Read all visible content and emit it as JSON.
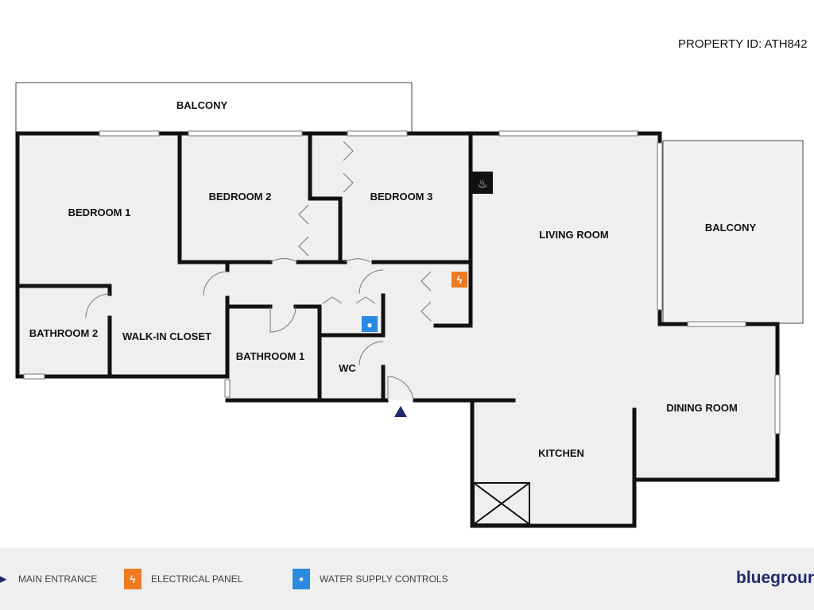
{
  "header": {
    "property_id": "PROPERTY ID: ATH842"
  },
  "rooms": {
    "balcony_top": "BALCONY",
    "bedroom1": "BEDROOM 1",
    "bedroom2": "BEDROOM 2",
    "bedroom3": "BEDROOM 3",
    "living": "LIVING ROOM",
    "balcony_right": "BALCONY",
    "bathroom2": "BATHROOM 2",
    "walkin": "WALK-IN CLOSET",
    "bathroom1": "BATHROOM 1",
    "wc": "WC",
    "dining": "DINING ROOM",
    "kitchen": "KITCHEN"
  },
  "legend": {
    "items": [
      {
        "icon": "main-entrance-arrow-icon",
        "label": "MAIN ENTRANCE",
        "color": "#1f2a6b"
      },
      {
        "icon": "electrical-panel-icon",
        "label": "ELECTRICAL PANEL",
        "color": "#f07a22"
      },
      {
        "icon": "water-supply-icon",
        "label": "WATER SUPPLY CONTROLS",
        "color": "#2b8ae0"
      }
    ],
    "logo": "bluegrour"
  },
  "colors": {
    "wall": "#111111",
    "floor": "#efefef",
    "logo": "#1f2a6b"
  }
}
